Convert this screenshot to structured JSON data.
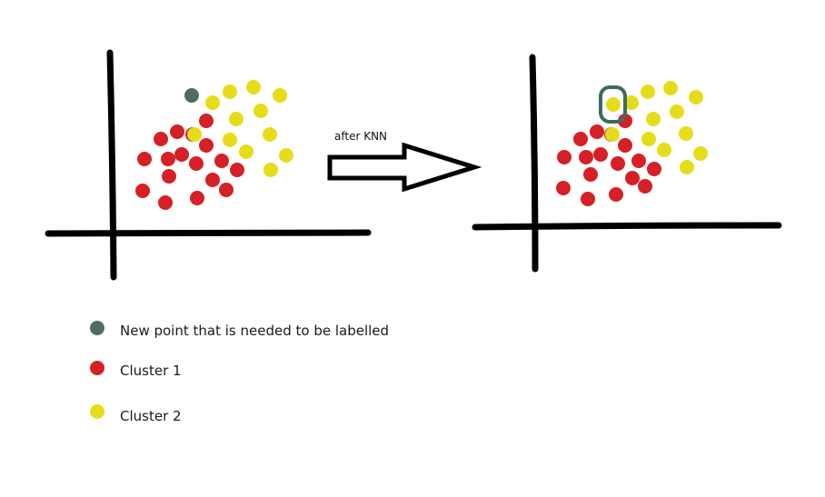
{
  "arrow_label": "after KNN",
  "legend": [
    {
      "color": "#4e6b66",
      "label": "New point that is needed to be labelled",
      "icon": "dot-icon"
    },
    {
      "color": "#d42026",
      "label": "Cluster 1",
      "icon": "dot-icon"
    },
    {
      "color": "#e6dd1a",
      "label": "Cluster 2",
      "icon": "dot-icon"
    }
  ],
  "colors": {
    "new_point": "#4e6b66",
    "cluster1": "#d42026",
    "cluster2": "#e6dd1a",
    "axis": "#000000",
    "highlight": "#3f6b5e"
  }
}
